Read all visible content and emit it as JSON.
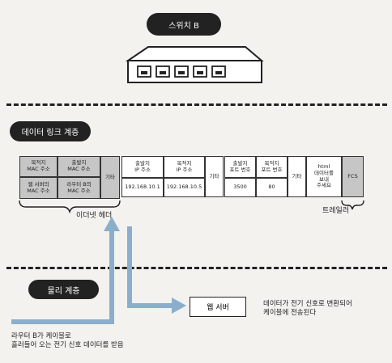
{
  "labels": {
    "switch": "스위치 B",
    "datalink": "데이터 링크 계층",
    "physical": "물리 계층",
    "ethernet_header": "이더넷 헤더",
    "trailer": "트레일러",
    "web_server": "웹 서버",
    "note_right": "데이터가 전기 신호로 변환되어\n케이블에 전송된다",
    "note_left": "라우터 B가 케이블로\n흘러들어 오는 전기 신호 데이터를 받음"
  },
  "frame": {
    "dst_mac": "목적지\nMAC 주소",
    "src_mac": "출발지\nMAC 주소",
    "dst_mac_val": "웹 서버의\nMAC 주소",
    "src_mac_val": "라우터 B의\nMAC 주소",
    "etc": "기타",
    "src_ip": "출발지\nIP 주소",
    "dst_ip": "목적지\nIP 주소",
    "src_ip_val": "192.168.10.1",
    "dst_ip_val": "192.168.10.5",
    "src_port": "출발지\n포트 번호",
    "dst_port": "목적지\n포트 번호",
    "src_port_val": "3500",
    "dst_port_val": "80",
    "html": "html\n데이터를\n보내\n주세요",
    "fcs": "FCS"
  }
}
